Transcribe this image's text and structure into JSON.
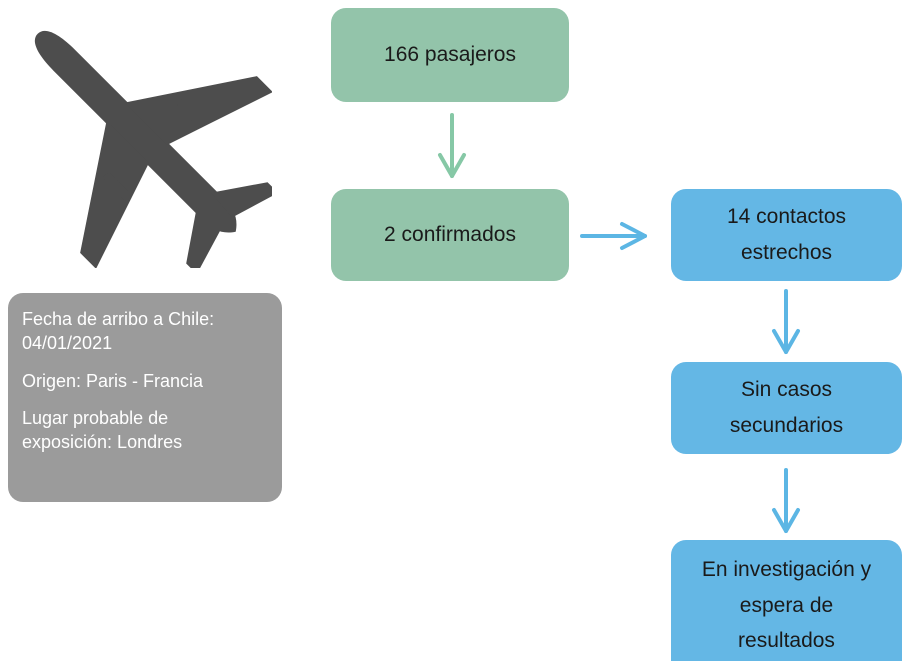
{
  "flow": {
    "passengers": "166 pasajeros",
    "confirmed": "2 confirmados",
    "contacts_line1": "14 contactos",
    "contacts_line2": "estrechos",
    "secondary_line1": "Sin casos",
    "secondary_line2": "secundarios",
    "investigation_line1": "En investigación y",
    "investigation_line2": "espera de",
    "investigation_line3": "resultados"
  },
  "info_card": {
    "arrival_line1": "Fecha de arribo a Chile:",
    "arrival_line2": "04/01/2021",
    "origin": "Origen: Paris - Francia",
    "exposure_line1": "Lugar probable de",
    "exposure_line2": "exposición: Londres"
  },
  "icons": {
    "plane": "airplane-icon"
  },
  "colors": {
    "green_box": "#93c4aa",
    "green_arrow": "#86c8a6",
    "blue_box": "#64b7e5",
    "blue_arrow": "#5cb6e4",
    "info_card": "#9b9b9b",
    "plane": "#4d4d4d"
  }
}
